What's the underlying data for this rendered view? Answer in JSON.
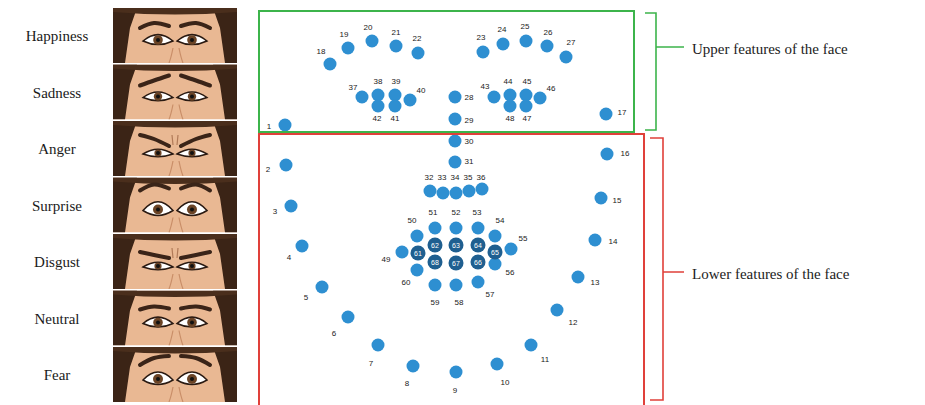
{
  "diagram": {
    "nodes": [
      {
        "text": [
          "Upper features of the face"
        ]
      },
      {
        "text": [
          "Lower features of the face"
        ]
      }
    ],
    "labels": [
      "Happiness",
      "Sadness",
      "Anger",
      "Surprise",
      "Disgust",
      "Neutral",
      "Fear",
      "1",
      "2",
      "3",
      "4",
      "5",
      "6",
      "7",
      "8",
      "9",
      "10",
      "11",
      "12",
      "13",
      "14",
      "15",
      "16",
      "17",
      "18",
      "19",
      "20",
      "21",
      "22",
      "23",
      "24",
      "25",
      "26",
      "27",
      "28",
      "29",
      "30",
      "31",
      "32",
      "33",
      "34",
      "35",
      "36",
      "37",
      "38",
      "39",
      "40",
      "41",
      "42",
      "43",
      "44",
      "45",
      "46",
      "47",
      "48",
      "49",
      "50",
      "51",
      "52",
      "53",
      "54",
      "55",
      "56",
      "57",
      "58",
      "59",
      "60",
      "61",
      "62",
      "63",
      "64",
      "65",
      "66",
      "67",
      "68"
    ]
  }
}
